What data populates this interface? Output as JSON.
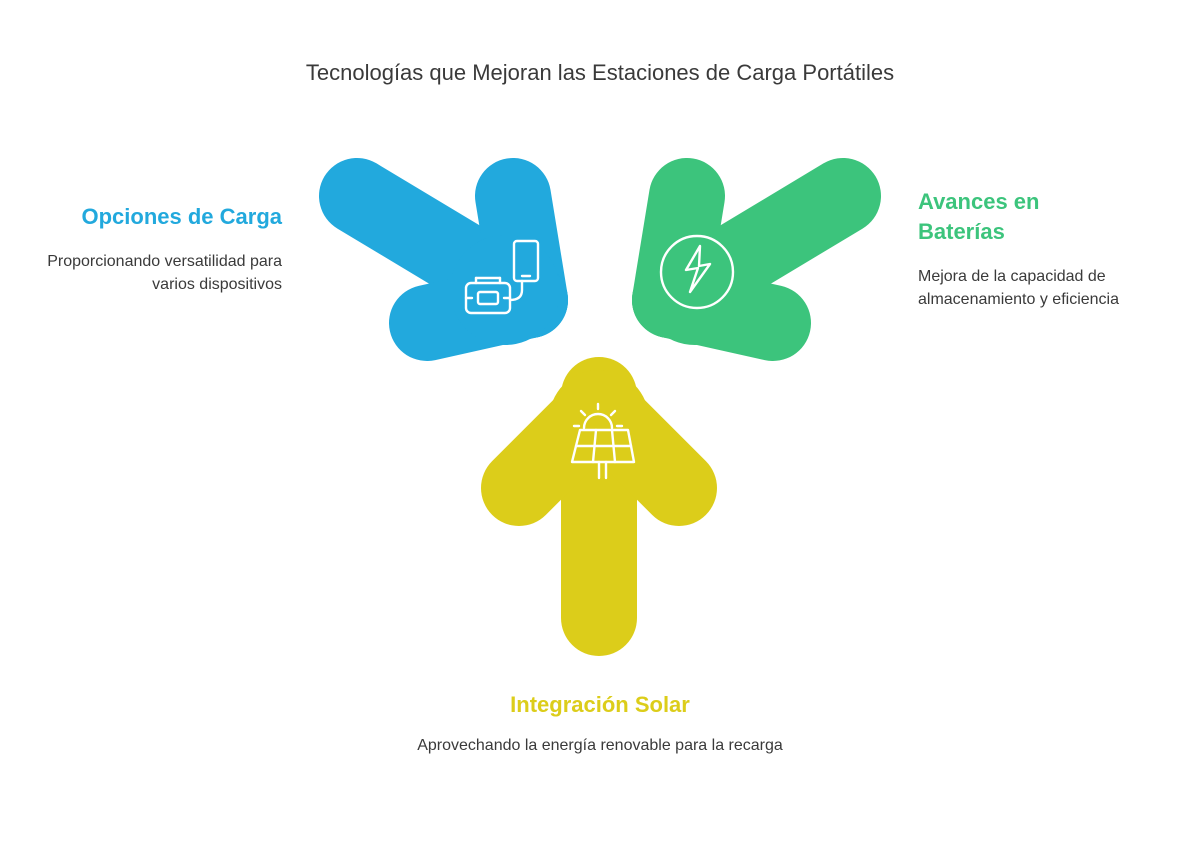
{
  "title": "Tecnologías que Mejoran las Estaciones de Carga Portátiles",
  "colors": {
    "blue": "#22a9dd",
    "green": "#3cc47c",
    "yellow": "#dccd1a",
    "text": "#3a3a3a"
  },
  "items": [
    {
      "label": "Opciones de Carga",
      "description": "Proporcionando versatilidad para varios dispositivos",
      "icon": "power-station-phone-icon",
      "color": "#22a9dd"
    },
    {
      "label": "Avances en Baterías",
      "description": "Mejora de la capacidad de almacenamiento y eficiencia",
      "icon": "lightning-bolt-circle-icon",
      "color": "#3cc47c"
    },
    {
      "label": "Integración Solar",
      "description": "Aprovechando la energía renovable para la recarga",
      "icon": "solar-panel-sun-icon",
      "color": "#dccd1a"
    }
  ]
}
